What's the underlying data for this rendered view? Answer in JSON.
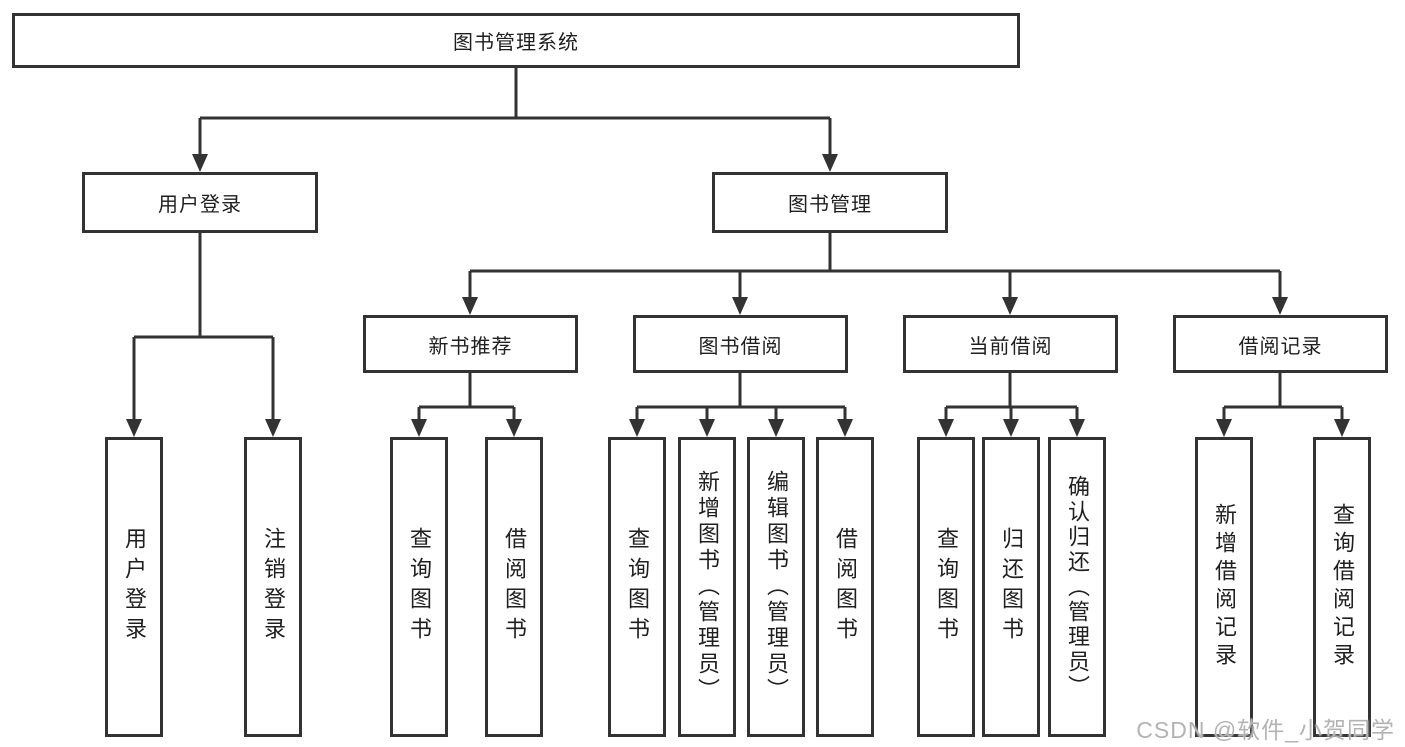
{
  "tree": {
    "label": "图书管理系统",
    "children": [
      {
        "label": "用户登录",
        "children": [
          {
            "label": "用户登录"
          },
          {
            "label": "注销登录"
          }
        ]
      },
      {
        "label": "图书管理",
        "children": [
          {
            "label": "新书推荐",
            "children": [
              {
                "label": "查询图书"
              },
              {
                "label": "借阅图书"
              }
            ]
          },
          {
            "label": "图书借阅",
            "children": [
              {
                "label": "查询图书"
              },
              {
                "label": "新增图书（管理员）"
              },
              {
                "label": "编辑图书（管理员）"
              },
              {
                "label": "借阅图书"
              }
            ]
          },
          {
            "label": "当前借阅",
            "children": [
              {
                "label": "查询图书"
              },
              {
                "label": "归还图书"
              },
              {
                "label": "确认归还（管理员）"
              }
            ]
          },
          {
            "label": "借阅记录",
            "children": [
              {
                "label": "新增借阅记录"
              },
              {
                "label": "查询借阅记录"
              }
            ]
          }
        ]
      }
    ]
  },
  "watermark": {
    "text": "CSDN @软件_小贺同学"
  },
  "colors": {
    "line": "#333333",
    "box_border": "#333333",
    "text": "#1f1f1f",
    "background": "#ffffff",
    "watermark": "#b3b3b3"
  }
}
